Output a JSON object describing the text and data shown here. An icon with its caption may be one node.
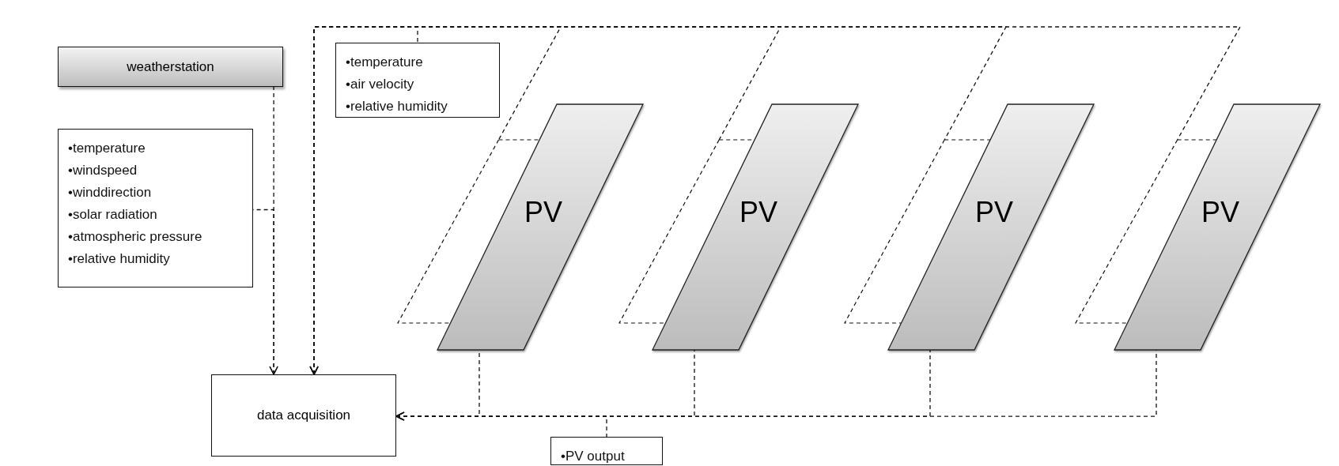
{
  "diagram": {
    "nodes": [
      {
        "text": [
          "weatherstation"
        ]
      },
      {
        "text": [
          "•temperature",
          "•windspeed",
          "•winddirection",
          "•solar radiation",
          "•atmospheric pressure",
          "•relative humidity"
        ]
      },
      {
        "text": [
          "•temperature",
          "•air velocity",
          "•relative humidity"
        ]
      },
      {
        "text": [],
        "shape": "parallelogram"
      },
      {
        "text": [],
        "shape": "parallelogram"
      },
      {
        "text": [],
        "shape": "parallelogram"
      },
      {
        "text": [],
        "shape": "parallelogram"
      },
      {
        "text": [
          "PV"
        ]
      },
      {
        "text": [
          "PV"
        ]
      },
      {
        "text": [
          "PV"
        ]
      },
      {
        "text": [
          "PV"
        ]
      },
      {
        "text": [
          "data acquisition"
        ]
      },
      {
        "text": [
          "•PV output"
        ]
      }
    ],
    "edges": [
      {
        "from": 0,
        "to": 11,
        "arrow": "to",
        "style": "dashed"
      },
      {
        "from": 1,
        "to": 11,
        "arrow": "to",
        "style": "dashed"
      },
      {
        "from": 2,
        "to": 11,
        "arrow": "to",
        "style": "dashed"
      },
      {
        "from": 3,
        "to": 11,
        "arrow": "to",
        "style": "dashed"
      },
      {
        "from": 4,
        "to": 11,
        "arrow": "to",
        "style": "dashed"
      },
      {
        "from": 5,
        "to": 11,
        "arrow": "to",
        "style": "dashed"
      },
      {
        "from": 6,
        "to": 11,
        "arrow": "to",
        "style": "dashed"
      },
      {
        "from": 7,
        "to": 11,
        "arrow": "to",
        "style": "dashed"
      },
      {
        "from": 8,
        "to": 11,
        "arrow": "to",
        "style": "dashed"
      },
      {
        "from": 9,
        "to": 11,
        "arrow": "to",
        "style": "dashed"
      },
      {
        "from": 10,
        "to": 11,
        "arrow": "to",
        "style": "dashed"
      },
      {
        "from": 12,
        "to": 11,
        "arrow": "to",
        "style": "dashed"
      }
    ]
  }
}
